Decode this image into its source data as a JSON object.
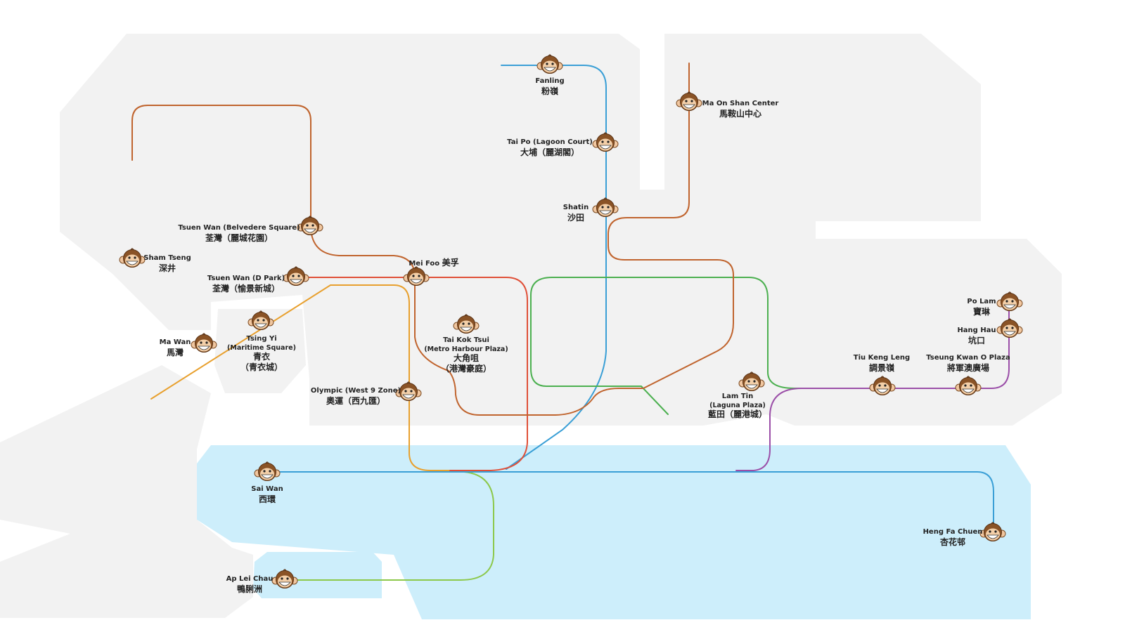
{
  "title": "Hong Kong station map",
  "colors": {
    "land": "#f2f2f2",
    "sea": "#cdeefb",
    "tsuen_wan_line": "#c0642e",
    "red_line": "#e05038",
    "orange_line": "#e8a02e",
    "blue_line": "#3a9fd6",
    "green_line": "#4cb050",
    "purple_line": "#9b4fa8",
    "lime_line": "#8cc84a"
  },
  "stations": [
    {
      "en": "Fanling",
      "zh": "粉嶺"
    },
    {
      "en": "Ma On Shan Center",
      "zh": "馬鞍山中心"
    },
    {
      "en": "Tai Po (Lagoon Court)",
      "zh": "大埔（麗湖閣）"
    },
    {
      "en": "Shatin",
      "zh": "沙田"
    },
    {
      "en": "Tsuen Wan (Belvedere Square)",
      "zh": "荃灣（麗城花園）"
    },
    {
      "en": "Sham Tseng",
      "zh": "深井"
    },
    {
      "en": "Tsuen Wan (D Park)",
      "zh": "荃灣（愉景新城）"
    },
    {
      "en": "Mei Foo",
      "zh": "美孚"
    },
    {
      "en": "Tsing Yi",
      "extra": "(Maritime Square)",
      "zh": "青衣",
      "zh2": "（青衣城）"
    },
    {
      "en": "Ma Wan",
      "zh": "馬灣"
    },
    {
      "en": "Tai Kok Tsui",
      "extra": "(Metro Harbour Plaza)",
      "zh": "大角咀",
      "zh2": "（港灣豪庭）"
    },
    {
      "en": "Olympic (West 9 Zone)",
      "zh": "奧運（西九匯）"
    },
    {
      "en": "Lam Tin",
      "extra": "(Laguna Plaza)",
      "zh": "藍田（麗港城）"
    },
    {
      "en": "Tiu Keng Leng",
      "zh": "調景嶺"
    },
    {
      "en": "Tseung Kwan O Plaza",
      "zh": "將軍澳廣場"
    },
    {
      "en": "Po Lam",
      "zh": "寶琳"
    },
    {
      "en": "Hang Hau",
      "zh": "坑口"
    },
    {
      "en": "Sai Wan",
      "zh": "西環"
    },
    {
      "en": "Heng Fa Chuen",
      "zh": "杏花邨"
    },
    {
      "en": "Ap Lei Chau",
      "zh": "鴨脷洲"
    }
  ]
}
